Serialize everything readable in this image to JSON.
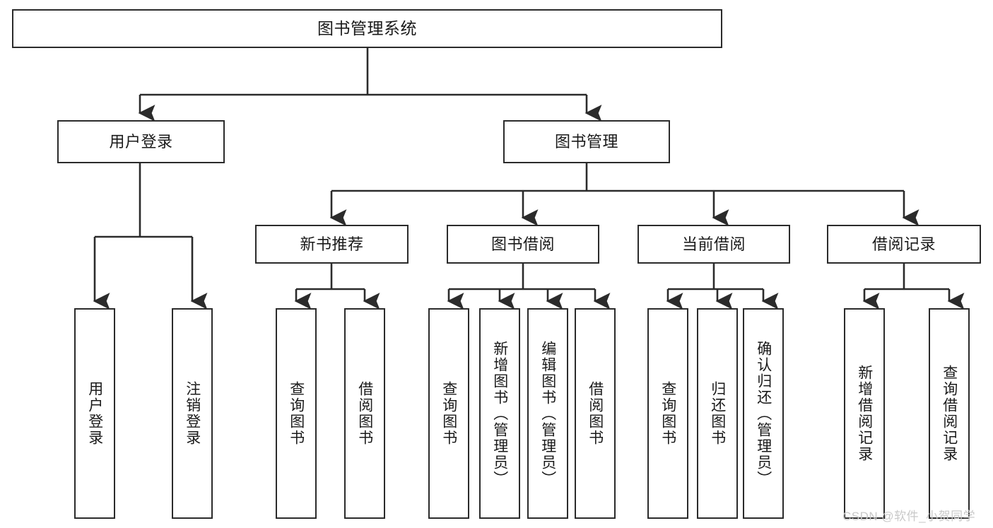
{
  "diagram": {
    "title": "图书管理系统",
    "type": "tree-hierarchy-chart",
    "line_color": "#2b2b2b",
    "box_fill": "#ffffff",
    "text_color": "#1a1a1a"
  },
  "root": {
    "label": "图书管理系统"
  },
  "level2": [
    {
      "label": "用户登录"
    },
    {
      "label": "图书管理"
    }
  ],
  "level3": [
    {
      "label": "新书推荐"
    },
    {
      "label": "图书借阅"
    },
    {
      "label": "当前借阅"
    },
    {
      "label": "借阅记录"
    }
  ],
  "leaves": {
    "user_login": [
      {
        "label": "用户登录"
      },
      {
        "label": "注销登录"
      }
    ],
    "new_book_recommend": [
      {
        "label": "查询图书"
      },
      {
        "label": "借阅图书"
      }
    ],
    "book_borrow": [
      {
        "label": "查询图书"
      },
      {
        "label": "新增图书（管理员）"
      },
      {
        "label": "编辑图书（管理员）"
      },
      {
        "label": "借阅图书"
      }
    ],
    "current_borrow": [
      {
        "label": "查询图书"
      },
      {
        "label": "归还图书"
      },
      {
        "label": "确认归还（管理员）"
      }
    ],
    "borrow_record": [
      {
        "label": "新增借阅记录"
      },
      {
        "label": "查询借阅记录"
      }
    ]
  },
  "watermark": {
    "text": "CSDN @软件_小贺同学",
    "color": "#c9c9c9"
  }
}
